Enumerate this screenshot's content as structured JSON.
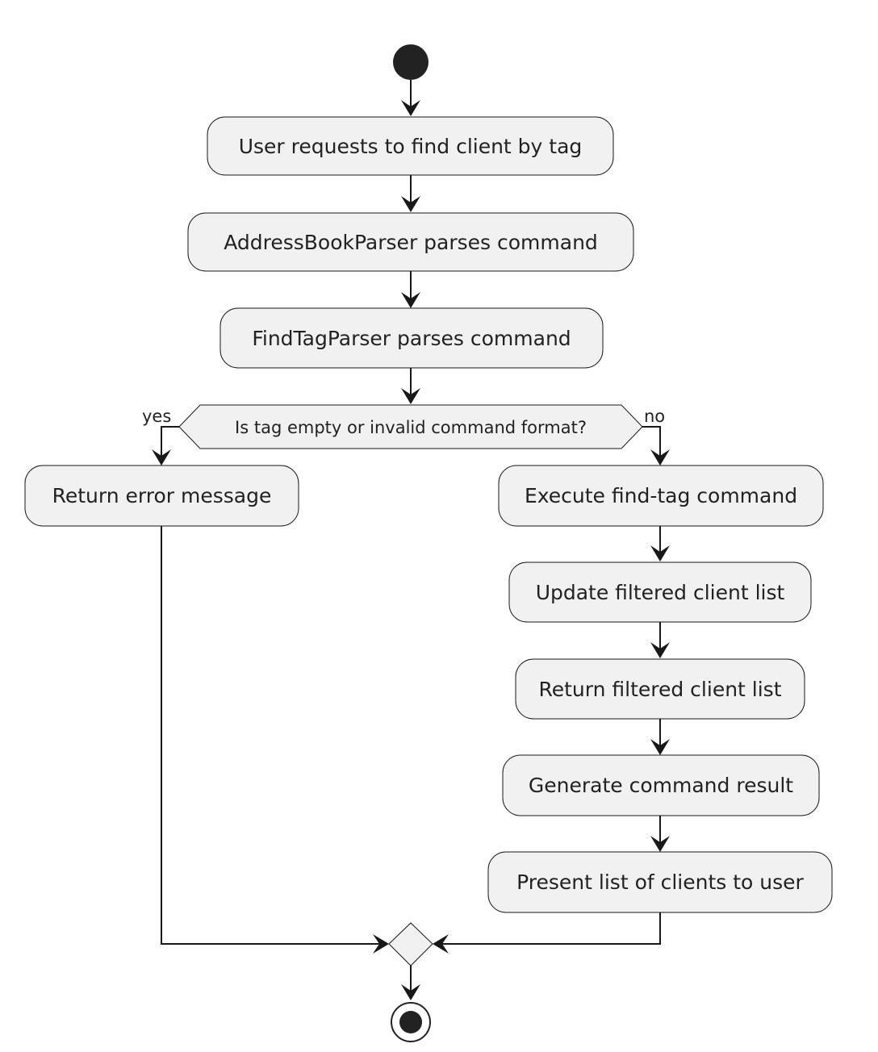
{
  "diagram": {
    "actions": {
      "request": "User requests to find client by tag",
      "address_parser": "AddressBookParser parses command",
      "findtag_parser": "FindTagParser parses command",
      "error": "Return error message",
      "execute": "Execute find-tag command",
      "update_list": "Update filtered client list",
      "return_list": "Return filtered client list",
      "generate_result": "Generate command result",
      "present": "Present list of clients to user"
    },
    "decision": {
      "condition": "Is tag empty or invalid command format?",
      "yes_label": "yes",
      "no_label": "no"
    }
  }
}
